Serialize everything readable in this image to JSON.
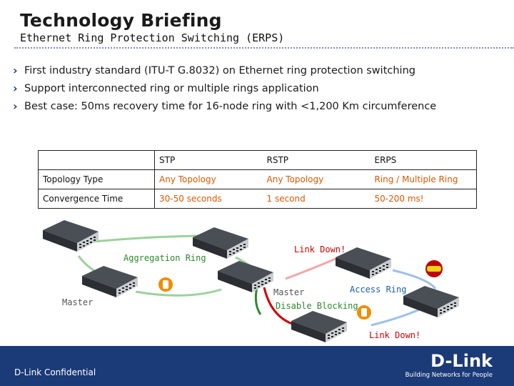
{
  "slide": {
    "title": "Technology Briefing",
    "subtitle": "Ethernet Ring Protection Switching (ERPS)"
  },
  "bullets": [
    "First industry standard (ITU-T G.8032) on Ethernet ring protection switching",
    "Support interconnected ring or multiple rings application",
    "Best case: 50ms recovery time for 16-node ring with <1,200 Km circumference"
  ],
  "table": {
    "headers": [
      "",
      "STP",
      "RSTP",
      "ERPS"
    ],
    "rows": [
      [
        "Topology Type",
        "Any Topology",
        "Any Topology",
        "Ring / Multiple Ring"
      ],
      [
        "Convergence Time",
        "30-50 seconds",
        "1 second",
        "50-200 ms!"
      ]
    ]
  },
  "diagram": {
    "aggregation_ring": "Aggregation Ring",
    "master_left": "Master",
    "link_down_top": "Link Down!",
    "master_right": "Master",
    "access_ring": "Access Ring",
    "disable_blocking": "Disable Blocking",
    "link_down_bottom": "Link Down!"
  },
  "footer": {
    "confidential": "D-Link Confidential",
    "logo": "D-Link",
    "logo_tagline": "Building Networks for People"
  },
  "colors": {
    "footer_bg": "#1b3a78",
    "accent_orange": "#d85a00",
    "label_green": "#2b8a2b",
    "label_red": "#d00000",
    "label_blue": "#1c5fae"
  }
}
